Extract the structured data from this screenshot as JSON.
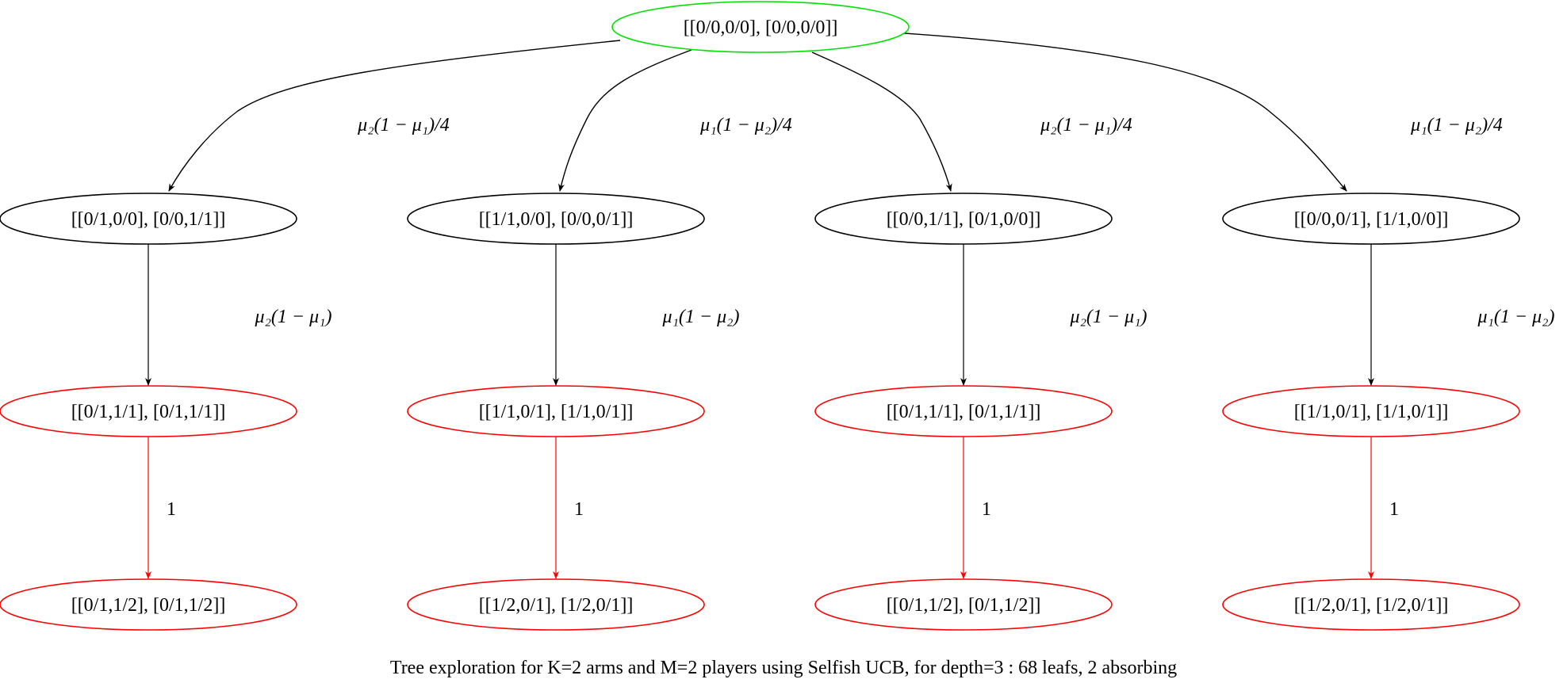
{
  "colors": {
    "root": "#00e000",
    "normal": "#000000",
    "absorbing": "#ff0000"
  },
  "root": {
    "label": "[[0/0,0/0], [0/0,0/0]]"
  },
  "branches": [
    {
      "edge_label": "μ₂(1 − μ₁)/4",
      "level1": "[[0/1,0/0], [0/0,1/1]]",
      "edge2_label": "μ₂(1 − μ₁)",
      "level2": "[[0/1,1/1], [0/1,1/1]]",
      "edge3_label": "1",
      "level3": "[[0/1,1/2], [0/1,1/2]]"
    },
    {
      "edge_label": "μ₁(1 − μ₂)/4",
      "level1": "[[1/1,0/0], [0/0,0/1]]",
      "edge2_label": "μ₁(1 − μ₂)",
      "level2": "[[1/1,0/1], [1/1,0/1]]",
      "edge3_label": "1",
      "level3": "[[1/2,0/1], [1/2,0/1]]"
    },
    {
      "edge_label": "μ₂(1 − μ₁)/4",
      "level1": "[[0/0,1/1], [0/1,0/0]]",
      "edge2_label": "μ₂(1 − μ₁)",
      "level2": "[[0/1,1/1], [0/1,1/1]]",
      "edge3_label": "1",
      "level3": "[[0/1,1/2], [0/1,1/2]]"
    },
    {
      "edge_label": "μ₁(1 − μ₂)/4",
      "level1": "[[0/0,0/1], [1/1,0/0]]",
      "edge2_label": "μ₁(1 − μ₂)",
      "level2": "[[1/1,0/1], [1/1,0/1]]",
      "edge3_label": "1",
      "level3": "[[1/2,0/1], [1/2,0/1]]"
    }
  ],
  "caption": "Tree exploration for K=2 arms and M=2 players using Selfish UCB, for depth=3 : 68 leafs, 2 absorbing"
}
